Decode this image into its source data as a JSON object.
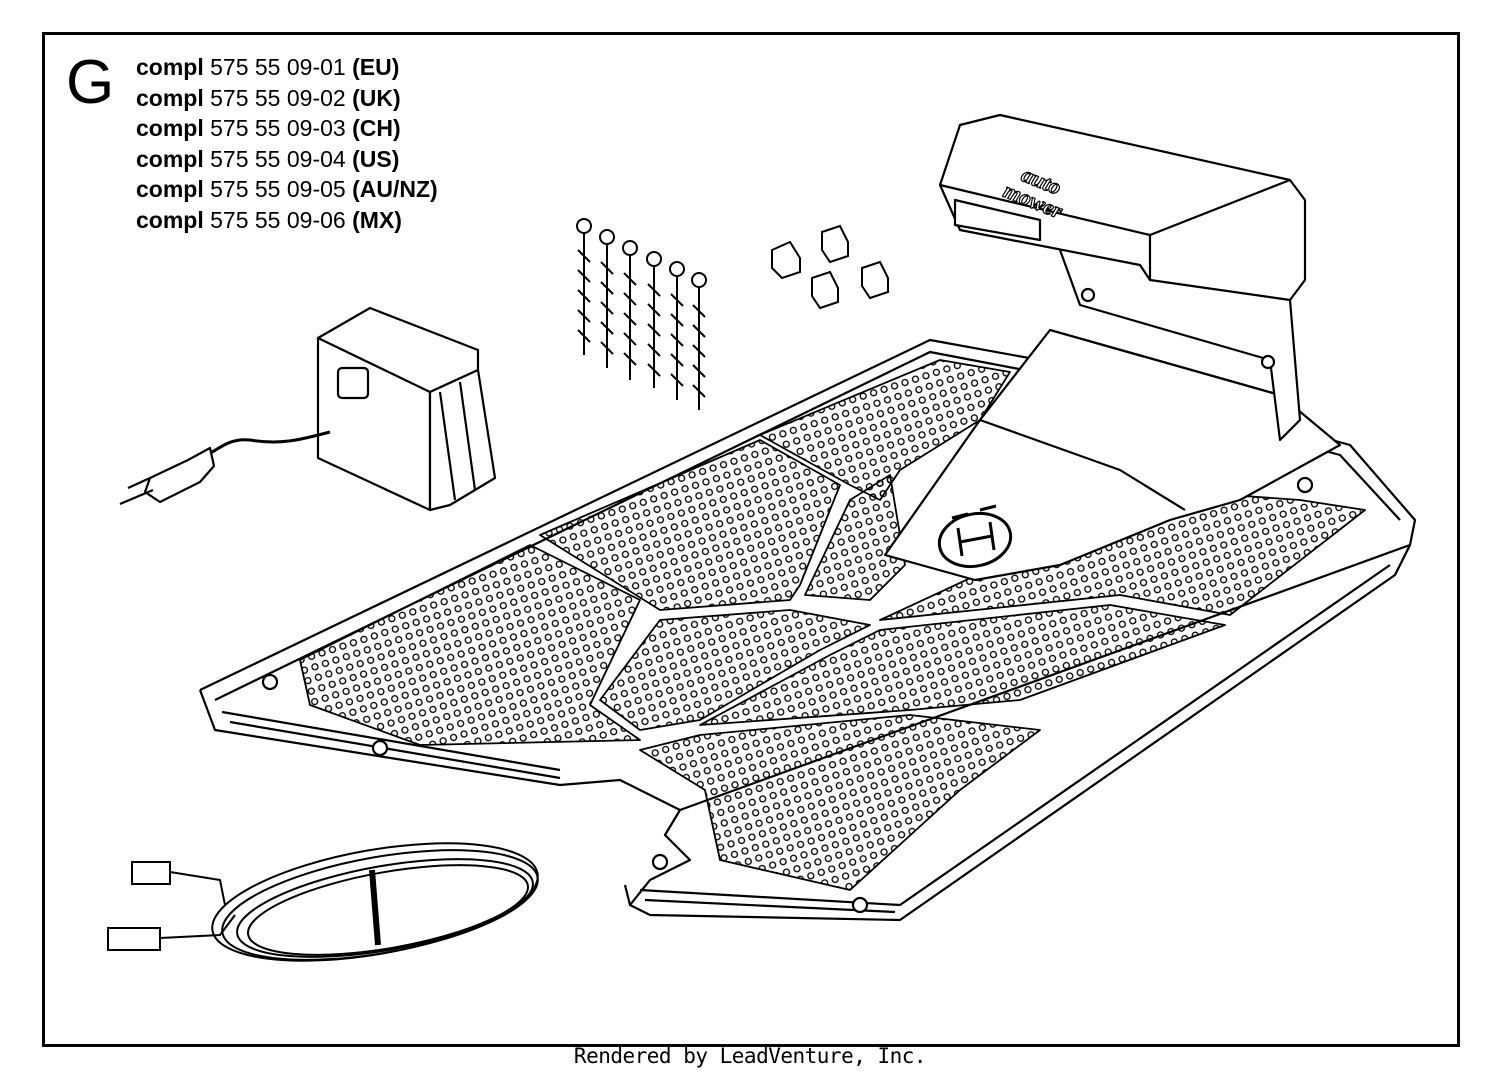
{
  "group_letter": "G",
  "parts": [
    {
      "prefix": "compl",
      "number": "575 55 09-01",
      "region": "(EU)"
    },
    {
      "prefix": "compl",
      "number": "575 55 09-02",
      "region": "(UK)"
    },
    {
      "prefix": "compl",
      "number": "575 55 09-03",
      "region": "(CH)"
    },
    {
      "prefix": "compl",
      "number": "575 55 09-04",
      "region": "(US)"
    },
    {
      "prefix": "compl",
      "number": "575 55 09-05",
      "region": "(AU/NZ)"
    },
    {
      "prefix": "compl",
      "number": "575 55 09-06",
      "region": "(MX)"
    }
  ],
  "station_label": [
    "auto",
    "mower"
  ],
  "footer": "Rendered by LeadVenture, Inc.",
  "colors": {
    "line": "#000000",
    "background": "#ffffff"
  }
}
